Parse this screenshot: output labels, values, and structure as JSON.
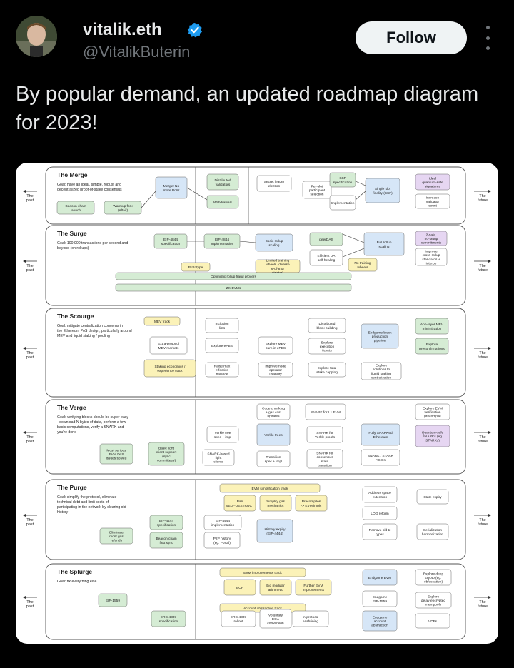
{
  "header": {
    "display_name": "vitalik.eth",
    "handle": "@VitalikButerin",
    "follow_label": "Follow"
  },
  "tweet": {
    "text": "By popular demand, an updated roadmap diagram for 2023!"
  },
  "diagram": {
    "past_label": "The past",
    "future_label": "The future",
    "sections": [
      {
        "title": "The Merge",
        "goal": "Goal: have an ideal, simple, robust and decentralized proof-of-stake consensus",
        "boxes": [
          "Beacon chain launch",
          "Warmup fork (Altair)",
          "Merge! No more PoW",
          "Distributed validators",
          "Withdrawals",
          "Secret leader election",
          "Per-slot participant selection",
          "SSF specification",
          "Implementation",
          "Single slot finality (SSF)",
          "Ideal quantum-safe signatures",
          "Increase validator count"
        ]
      },
      {
        "title": "The Surge",
        "goal": "Goal: 100,000 transactions per second and beyond (on rollups)",
        "boxes": [
          "EIP-4844 specification",
          "EIP-4844 implementation",
          "Basic rollup scaling",
          "peerDAS",
          "Efficient DA self-healing",
          "Full rollup scaling",
          "2-safe, no-setup commitments",
          "Improve cross-rollup standards + interop",
          "Prototype",
          "Limited training wheels (diverse 6-of-8 or stricter)",
          "No training wheels",
          "Optimistic rollup fraud provers",
          "ZK-EVMs"
        ]
      },
      {
        "title": "The Scourge",
        "goal": "Goal: mitigate centralization concerns in the Ethereum PoS design, particularly around MEV and liquid staking / pooling",
        "boxes": [
          "MEV track",
          "Inclusion lists",
          "Distributed block building",
          "Endgame block production pipeline",
          "App-layer MEV minimization",
          "Extra-protocol MEV markets",
          "Explore ePBS",
          "Explore MEV burn in ePBS",
          "Explore execution tickets",
          "Explore preconfirmations",
          "Staking economics / experience track",
          "Raise max effective balance",
          "Improve node operator usability",
          "Explore total stake capping",
          "Explore solutions to liquid staking centralization"
        ]
      },
      {
        "title": "The Verge",
        "goal": "Goal: verifying blocks should be super easy - download N bytes of data, perform a few basic computations, verify a SNARK and you're done",
        "boxes": [
          "Code chunking + gas cost updates",
          "SNARK for L1 EVM",
          "Explore EVM verification precompile",
          "Verkle tree spec + impl",
          "Verkle trees",
          "SNARK for Verkle proofs",
          "Fully SNARKed Ethereum",
          "Quantum-safe SNARKs (eg. STARKs)",
          "Most serious EVM DoS issues solved",
          "Basic light client support (sync committees)",
          "SNARK-based light clients",
          "Transition spec + impl",
          "SNARK for consensus state transition",
          "SNARK / STARK ASICs"
        ]
      },
      {
        "title": "The Purge",
        "goal": "Goal: simplify the protocol, eliminate technical debt and limit costs of participating in the network by clearing old history",
        "boxes": [
          "EVM simplification track",
          "Ban SELF-DESTRUCT",
          "Simplify gas mechanics",
          "Precompiles -> EVM impls",
          "Address space extension",
          "State expiry",
          "LOG reform",
          "EIP-4444 specification",
          "EIP-4444 implementation",
          "History expiry (EIP-4444)",
          "Remove old tx types",
          "Serialization harmonization",
          "Eliminate most gas refunds",
          "Beacon chain fast sync",
          "P2P history (eg. Portal)"
        ]
      },
      {
        "title": "The Splurge",
        "goal": "Goal: fix everything else",
        "boxes": [
          "EVM improvements track",
          "EOF",
          "Big modular arithmetic",
          "Further EVM improvements",
          "Endgame EVM",
          "Explore deep crypto (eg. obfuscation)",
          "EIP-1559",
          "Endgame EIP-1559",
          "Explore delay-encrypted mempools",
          "Account abstraction track",
          "ERC-4337 specification",
          "ERC-4337 rollout",
          "Voluntary EOA conversion",
          "In-protocol enshrining",
          "Endgame account abstraction",
          "VDFs"
        ]
      }
    ]
  },
  "colors": {
    "background": "#000000",
    "text_primary": "#e7e9ea",
    "text_secondary": "#71767b",
    "verified_blue": "#1d9bf0",
    "follow_bg": "#eff3f4"
  }
}
